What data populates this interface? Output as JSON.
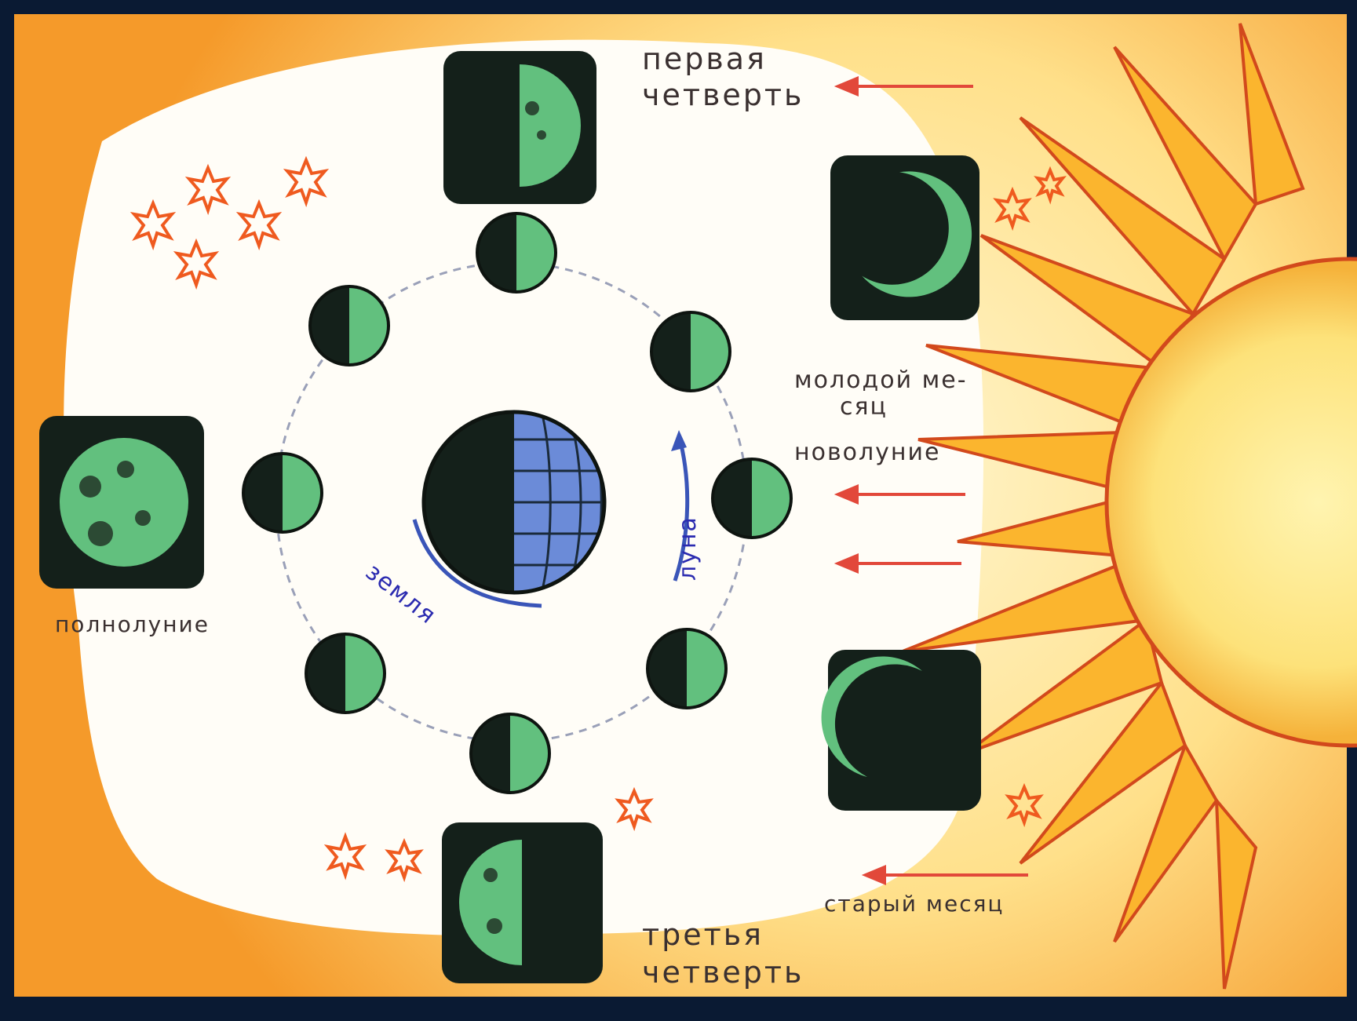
{
  "labels": {
    "first_quarter_1": "первая",
    "first_quarter_2": "четверть",
    "young_moon_1": "молодой ме-",
    "young_moon_2": "сяц",
    "new_moon": "новолуние",
    "full_moon": "полнолуние",
    "old_moon": "старый месяц",
    "third_quarter_1": "третья",
    "third_quarter_2": "четверть",
    "earth": "земля",
    "moon": "луна"
  },
  "colors": {
    "border": "#0a1a33",
    "sun_outer": "#f7a21a",
    "sun_inner": "#fde47a",
    "moon_dark": "#14201a",
    "moon_lit": "#62c07e",
    "earth_lit": "#6b8bd8",
    "arrow": "#e2483a",
    "star": "#ef5a1f",
    "orbit": "#9aa0b8"
  }
}
